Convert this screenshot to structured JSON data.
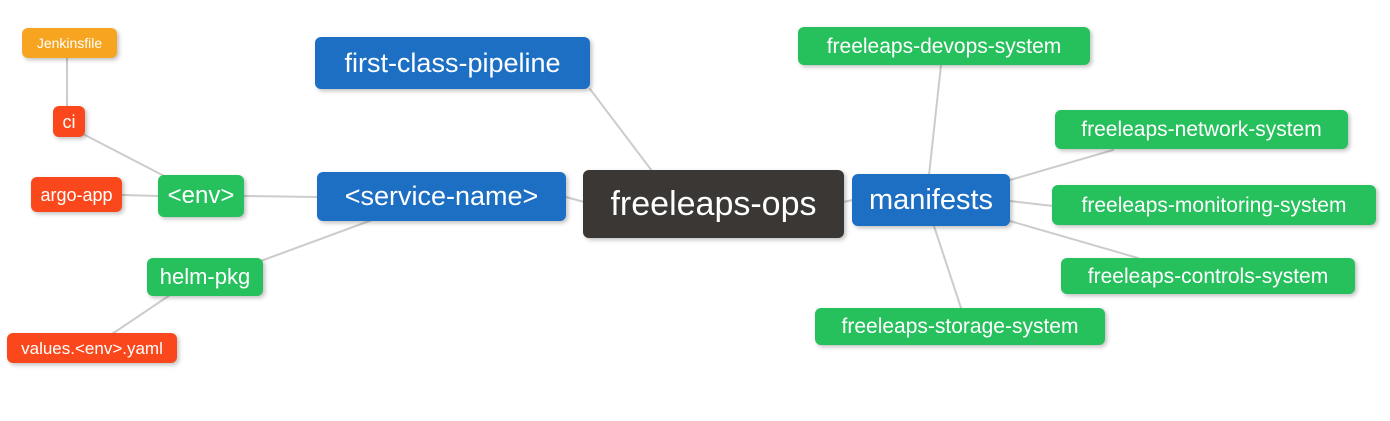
{
  "diagram": {
    "type": "mindmap",
    "background": "#ffffff",
    "edge_color": "#cccccc",
    "palette": {
      "blue": "#1d6fc4",
      "green": "#26c05c",
      "orange": "#f7a521",
      "red": "#fa481c",
      "dark": "#3b3734",
      "text": "#ffffff"
    },
    "nodes": {
      "freeleaps_ops": {
        "label": "freeleaps-ops",
        "color": "dark"
      },
      "first_class_pipeline": {
        "label": "first-class-pipeline",
        "color": "blue"
      },
      "service_name": {
        "label": "<service-name>",
        "color": "blue"
      },
      "manifests": {
        "label": "manifests",
        "color": "blue"
      },
      "env": {
        "label": "<env>",
        "color": "green"
      },
      "helm_pkg": {
        "label": "helm-pkg",
        "color": "green"
      },
      "ci": {
        "label": "ci",
        "color": "red"
      },
      "argo_app": {
        "label": "argo-app",
        "color": "red"
      },
      "jenkinsfile": {
        "label": "Jenkinsfile",
        "color": "orange"
      },
      "values_env_yaml": {
        "label": "values.<env>.yaml",
        "color": "red"
      },
      "devops_system": {
        "label": "freeleaps-devops-system",
        "color": "green"
      },
      "network_system": {
        "label": "freeleaps-network-system",
        "color": "green"
      },
      "monitoring_system": {
        "label": "freeleaps-monitoring-system",
        "color": "green"
      },
      "controls_system": {
        "label": "freeleaps-controls-system",
        "color": "green"
      },
      "storage_system": {
        "label": "freeleaps-storage-system",
        "color": "green"
      }
    },
    "edges": [
      {
        "from": "jenkinsfile",
        "to": "ci"
      },
      {
        "from": "ci",
        "to": "env"
      },
      {
        "from": "argo_app",
        "to": "env"
      },
      {
        "from": "env",
        "to": "service_name"
      },
      {
        "from": "helm_pkg",
        "to": "service_name"
      },
      {
        "from": "values_env_yaml",
        "to": "helm_pkg"
      },
      {
        "from": "first_class_pipeline",
        "to": "freeleaps_ops"
      },
      {
        "from": "service_name",
        "to": "freeleaps_ops"
      },
      {
        "from": "freeleaps_ops",
        "to": "manifests"
      },
      {
        "from": "manifests",
        "to": "devops_system"
      },
      {
        "from": "manifests",
        "to": "network_system"
      },
      {
        "from": "manifests",
        "to": "monitoring_system"
      },
      {
        "from": "manifests",
        "to": "controls_system"
      },
      {
        "from": "manifests",
        "to": "storage_system"
      }
    ]
  }
}
